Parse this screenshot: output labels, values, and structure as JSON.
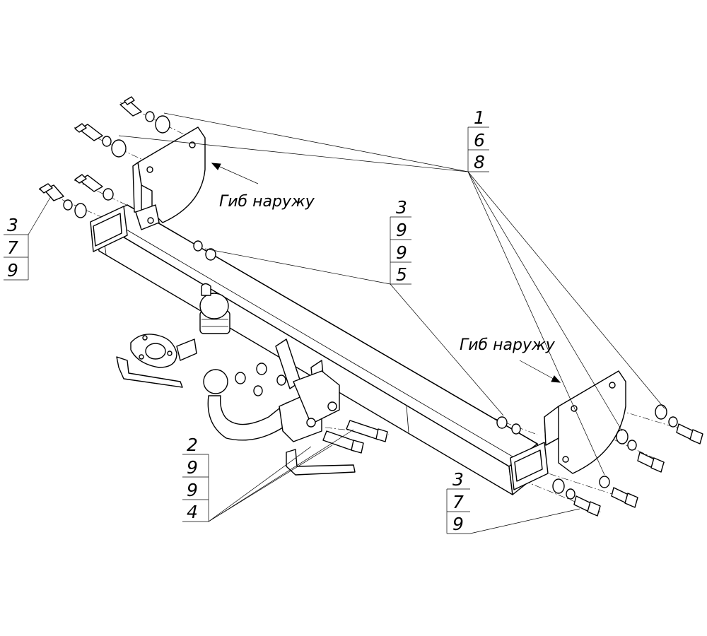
{
  "notes": {
    "bend_outward_top": "Гиб наружу",
    "bend_outward_right": "Гиб наружу"
  },
  "callouts": {
    "top_right": [
      "1",
      "6",
      "8"
    ],
    "left": [
      "3",
      "7",
      "9"
    ],
    "center": [
      "3",
      "9",
      "9",
      "5"
    ],
    "bottom_left": [
      "2",
      "9",
      "9",
      "4"
    ],
    "bottom_right": [
      "3",
      "7",
      "9"
    ]
  }
}
